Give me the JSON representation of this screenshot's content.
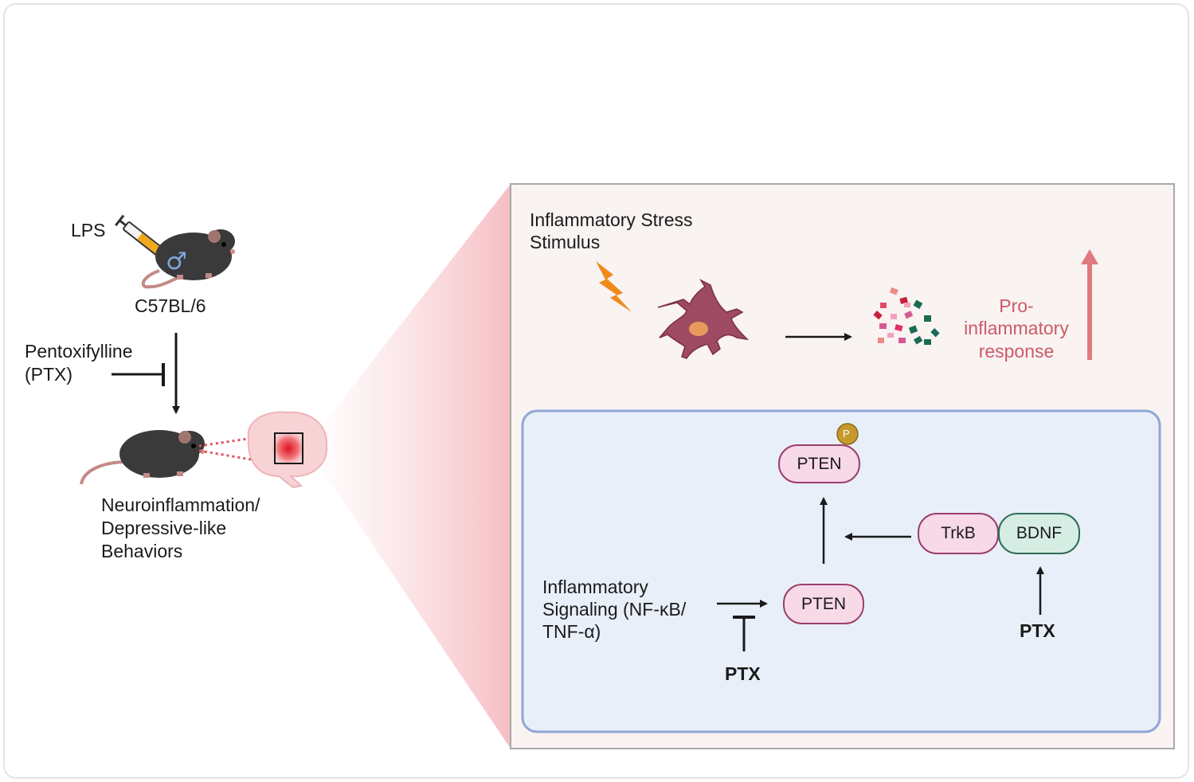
{
  "left": {
    "lps_label": "LPS",
    "strain_label": "C57BL/6",
    "drug_line1": "Pentoxifylline",
    "drug_line2": "(PTX)",
    "outcome_line1": "Neuroinflammation/",
    "outcome_line2": "Depressive-like",
    "outcome_line3": "Behaviors",
    "male_symbol": "♂"
  },
  "top_panel": {
    "stimulus_line1": "Inflammatory Stress",
    "stimulus_line2": "Stimulus",
    "response_line1": "Pro-",
    "response_line2": "inflammatory",
    "response_line3": "response"
  },
  "bottom_panel": {
    "pten_top": "PTEN",
    "phospho": "P",
    "pten_mid": "PTEN",
    "trkb": "TrkB",
    "bdnf": "BDNF",
    "signaling_line1": "Inflammatory",
    "signaling_line2": "Signaling (NF-κB/",
    "signaling_line3": "TNF-α)",
    "ptx_left": "PTX",
    "ptx_right": "PTX"
  },
  "colors": {
    "top_panel_bg": "#f9f3f2",
    "bottom_panel_bg": "#e9eff9",
    "bottom_panel_border": "#8fa6d6",
    "response_red": "#cc5a68",
    "pten_fill": "#f8d9e8",
    "bdnf_fill": "#d6ede4"
  }
}
